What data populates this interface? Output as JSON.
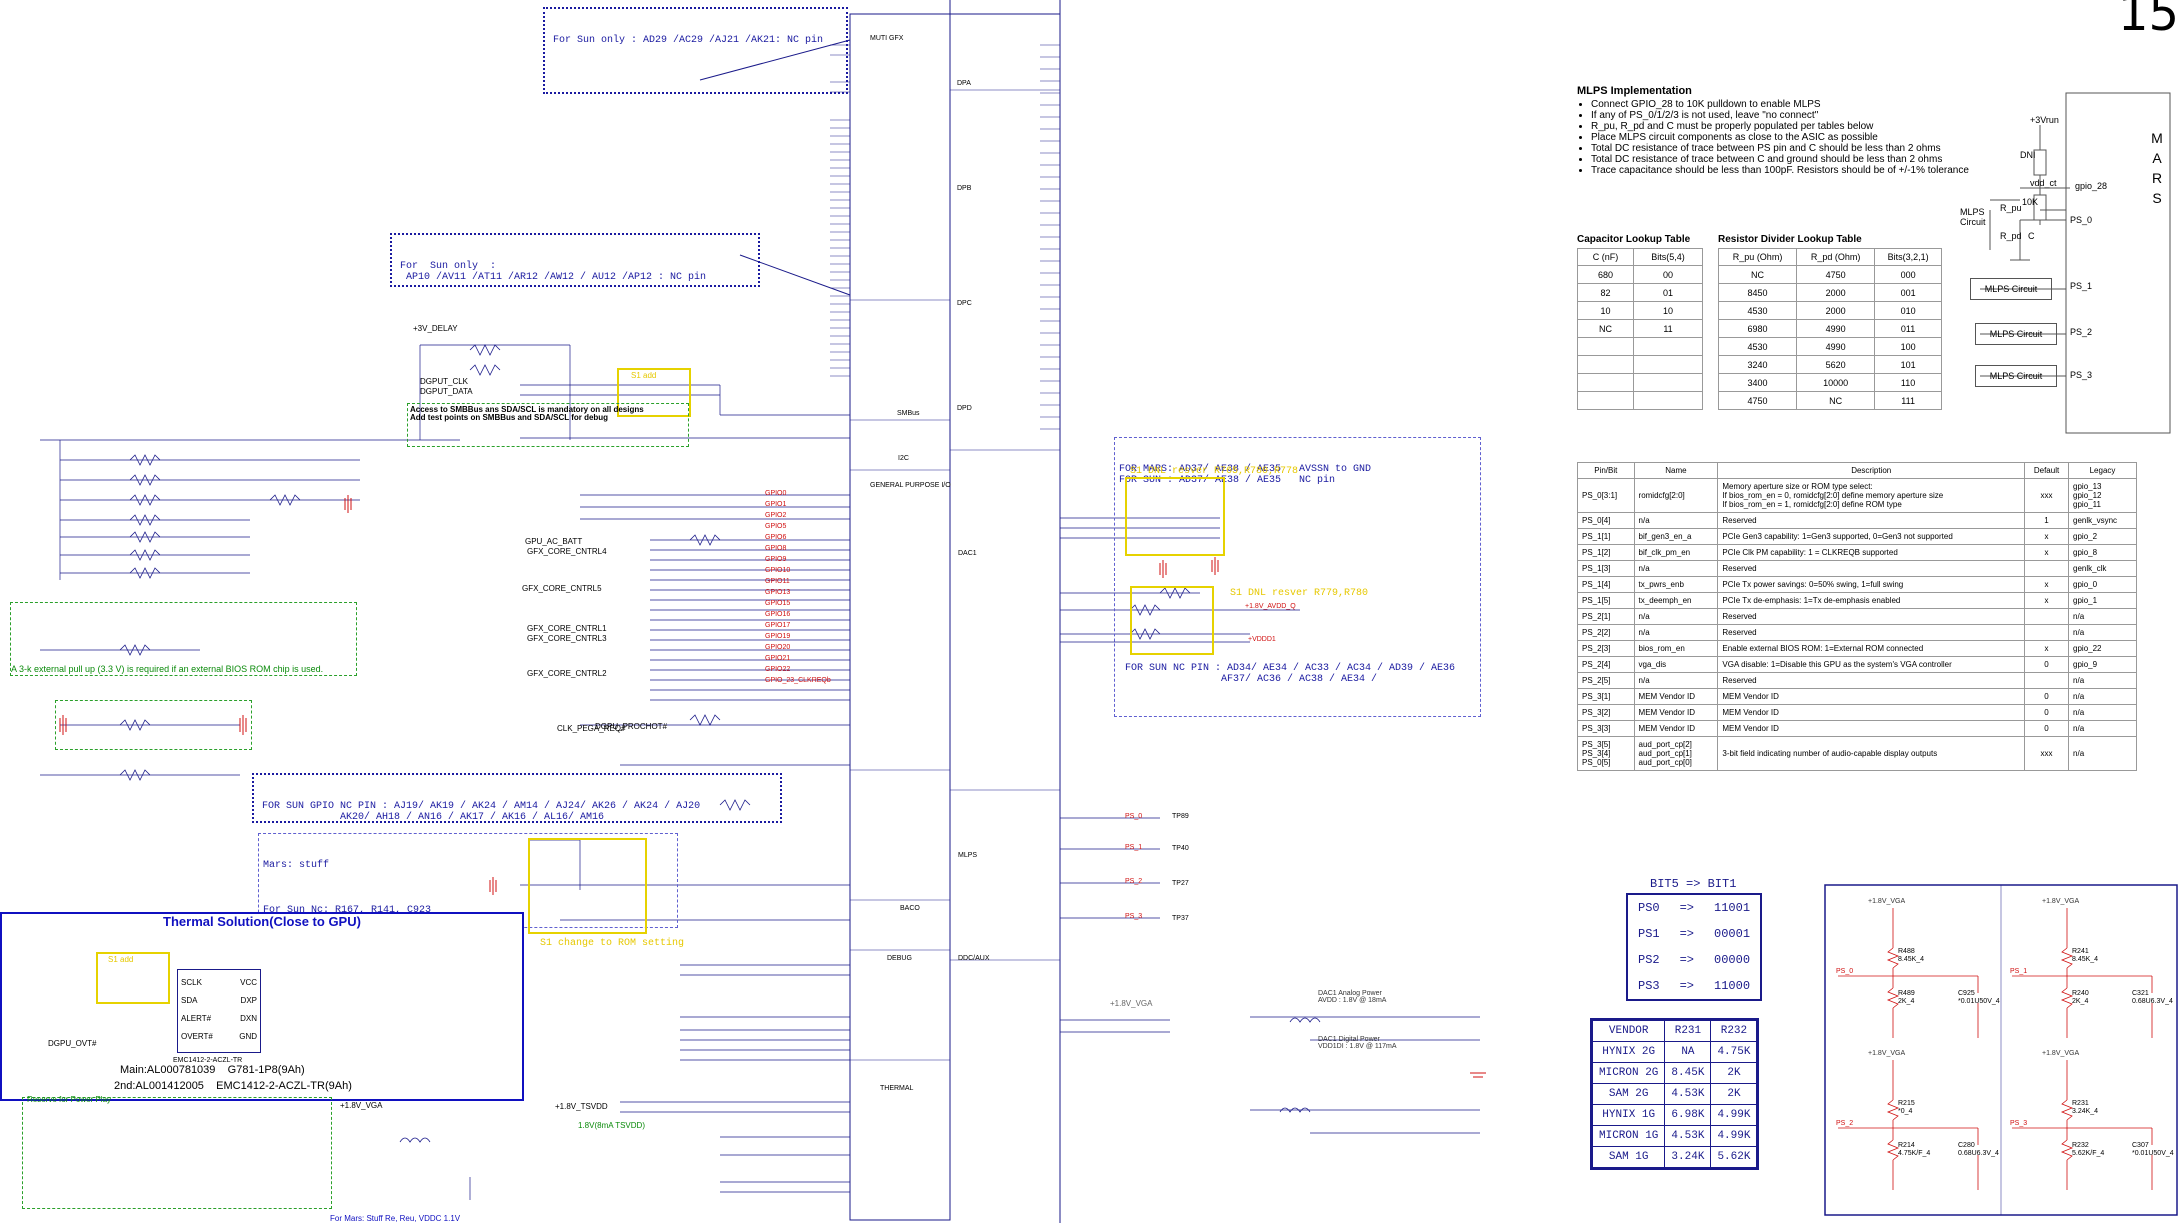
{
  "page_number": "15",
  "notes": {
    "sun_only_top": "For Sun only : AD29 /AC29 /AJ21 /AK21: NC pin",
    "sun_only_mid": "For  Sun only  :\n AP10 /AV11 /AT11 /AR12 /AW12 / AU12 /AP12 : NC pin",
    "smbus_access": "Access to SMBBus ans SDA/SCL is mandatory on all designs\nAdd test points on SMBBus and SDA/SCL for debug",
    "bios_pullup": "A 3-k external pull up (3.3 V) is required if an external BIOS ROM chip is used.",
    "sun_gpio_nc": "FOR SUN GPIO NC PIN : AJ19/ AK19 / AK24 / AM14 / AJ24/ AK26 / AK24 / AJ20\n             AK20/ AH18 / AN16 / AK17 / AK16 / AL16/ AM16",
    "mars_stuff": "Mars: stuff",
    "sun_nc_r": "For Sun Nc: R167, R141, C923",
    "s1_change": "S1 change to ROM setting",
    "s1_dnl": "S1 DNL resver R765,R780,R778",
    "s1_dnl2": "S1 DNL resver R779,R780",
    "mars_nc": "FOR MARS: AD37/ AE38 / AE35   AVSSN to GND\nFOR SUN : AD37/ AE38 / AE35   NC pin",
    "sun_nc_pin": "FOR SUN NC PIN : AD34/ AE34 / AC33 / AC34 / AD39 / AE36\n                AF37/ AC36 / AC38 / AE34 /",
    "s1_add": "S1 add",
    "reserve_power": "Reserve for Power Play",
    "mars_footer": "For Mars: Stuff Re, Reu, VDDC 1.1V"
  },
  "thermal": {
    "title": "Thermal Solution(Close to GPU)",
    "main_pn": "Main:AL000781039",
    "main_part": "G781-1P8(9Ah)",
    "alt_pn": "2nd:AL001412005",
    "alt_part": "EMC1412-2-ACZL-TR(9Ah)",
    "chip": "EMC1412-2-ACZL-TR",
    "pins_left": [
      "SCLK",
      "SDA",
      "ALERT#",
      "OVERT#"
    ],
    "pins_right": [
      "VCC",
      "DXP",
      "DXN",
      "GND"
    ]
  },
  "chip_sections": [
    "MUTI GFX",
    "DPA",
    "DPB",
    "DPC",
    "DPD",
    "SMBus",
    "I2C",
    "GENERAL PURPOSE I/O",
    "DAC1",
    "MLPS",
    "BACO",
    "DEBUG",
    "THERMAL",
    "DDC/AUX"
  ],
  "gpio_labels": [
    "GPIO0",
    "GPIO1",
    "GPIO2",
    "GPIO5",
    "GPIO6",
    "GPIO8",
    "GPIO9",
    "GPIO10",
    "GPIO11",
    "GPIO13",
    "GPIO15",
    "GPIO16",
    "GPIO17",
    "GPIO19",
    "GPIO20",
    "GPIO21",
    "GPIO22",
    "GPIO_23_CLKREQb"
  ],
  "nets_left": [
    "+3V_DELAY",
    "DGPUT_CLK",
    "DGPUT_DATA",
    "GPU_AC_BATT",
    "GFX_CORE_CNTRL4",
    "GFX_CORE_CNTRL5",
    "GFX_CORE_CNTRL1",
    "GFX_CORE_CNTRL3",
    "GFX_CORE_CNTRL2",
    "CLK_PEGA_REQ#",
    "DGPU_PROCHOT#",
    "+1.8V_VGA",
    "+1.8V_TSVDD",
    "DGPU_OVT#"
  ],
  "nets_right": [
    "+1.8V_AVDD_Q",
    "+VDDD1",
    "PS_0",
    "PS_1",
    "PS_2",
    "PS_3"
  ],
  "ps_tp": [
    "TP89",
    "TP40",
    "TP27",
    "TP37"
  ],
  "mlps": {
    "heading": "MLPS Implementation",
    "bullets": [
      "Connect GPIO_28 to 10K pulldown to enable MLPS",
      "If any of PS_0/1/2/3 is not used, leave \"no connect\"",
      "R_pu, R_pd and C must be properly populated per tables below",
      "Place MLPS circuit components as close to the ASIC as possible",
      "Total DC resistance of trace between PS pin and C should be less than 2 ohms",
      "Total DC resistance of trace between C and ground should be less than 2 ohms",
      "Trace capacitance should be less than 100pF. Resistors should be of +/-1% tolerance"
    ],
    "cap_title": "Capacitor Lookup Table",
    "cap_headers": [
      "C (nF)",
      "Bits(5,4)"
    ],
    "cap_rows": [
      [
        "680",
        "00"
      ],
      [
        "82",
        "01"
      ],
      [
        "10",
        "10"
      ],
      [
        "NC",
        "11"
      ],
      [
        "",
        ""
      ],
      [
        "",
        ""
      ],
      [
        "",
        ""
      ],
      [
        "",
        ""
      ]
    ],
    "res_title": "Resistor Divider Lookup Table",
    "res_headers": [
      "R_pu (Ohm)",
      "R_pd (Ohm)",
      "Bits(3,2,1)"
    ],
    "res_rows": [
      [
        "NC",
        "4750",
        "000"
      ],
      [
        "8450",
        "2000",
        "001"
      ],
      [
        "4530",
        "2000",
        "010"
      ],
      [
        "6980",
        "4990",
        "011"
      ],
      [
        "4530",
        "4990",
        "100"
      ],
      [
        "3240",
        "5620",
        "101"
      ],
      [
        "3400",
        "10000",
        "110"
      ],
      [
        "4750",
        "NC",
        "111"
      ]
    ],
    "circuit_labels": [
      "+3Vrun",
      "DNI",
      "10K",
      "gpio_28",
      "MLPS Circuit",
      "R_pu",
      "R_pd",
      "C",
      "vdd_ct",
      "PS_0",
      "PS_1",
      "PS_2",
      "PS_3"
    ],
    "circuit_box": "MLPS Circuit",
    "mars_letters": "MARS"
  },
  "pin_table": {
    "headers": [
      "Pin/Bit",
      "Name",
      "Description",
      "Default",
      "Legacy"
    ],
    "rows": [
      [
        "PS_0[3:1]",
        "romidcfg[2:0]",
        "Memory aperture size or ROM type select:\nIf bios_rom_en = 0, romidcfg[2:0] define memory aperture size\nIf bios_rom_en = 1, romidcfg[2:0] define ROM type",
        "xxx",
        "gpio_13\ngpio_12\ngpio_11"
      ],
      [
        "PS_0[4]",
        "n/a",
        "Reserved",
        "1",
        "genlk_vsync"
      ],
      [
        "PS_1[1]",
        "bif_gen3_en_a",
        "PCIe Gen3 capability: 1=Gen3 supported, 0=Gen3 not supported",
        "x",
        "gpio_2"
      ],
      [
        "PS_1[2]",
        "bif_clk_pm_en",
        "PCIe Clk PM capability: 1 = CLKREQB supported",
        "x",
        "gpio_8"
      ],
      [
        "PS_1[3]",
        "n/a",
        "Reserved",
        "",
        "genlk_clk"
      ],
      [
        "PS_1[4]",
        "tx_pwrs_enb",
        "PCIe Tx power savings: 0=50% swing, 1=full swing",
        "x",
        "gpio_0"
      ],
      [
        "PS_1[5]",
        "tx_deemph_en",
        "PCIe Tx de-emphasis: 1=Tx de-emphasis enabled",
        "x",
        "gpio_1"
      ],
      [
        "PS_2[1]",
        "n/a",
        "Reserved",
        "",
        "n/a"
      ],
      [
        "PS_2[2]",
        "n/a",
        "Reserved",
        "",
        "n/a"
      ],
      [
        "PS_2[3]",
        "bios_rom_en",
        "Enable external BIOS ROM: 1=External ROM connected",
        "x",
        "gpio_22"
      ],
      [
        "PS_2[4]",
        "vga_dis",
        "VGA disable: 1=Disable this GPU as the system's VGA controller",
        "0",
        "gpio_9"
      ],
      [
        "PS_2[5]",
        "n/a",
        "Reserved",
        "",
        "n/a"
      ],
      [
        "PS_3[1]",
        "MEM Vendor ID",
        "MEM Vendor ID",
        "0",
        "n/a"
      ],
      [
        "PS_3[2]",
        "MEM Vendor ID",
        "MEM Vendor ID",
        "0",
        "n/a"
      ],
      [
        "PS_3[3]",
        "MEM Vendor ID",
        "MEM Vendor ID",
        "0",
        "n/a"
      ],
      [
        "PS_3[5]\nPS_3[4]\nPS_0[5]",
        "aud_port_cp[2]\naud_port_cp[1]\naud_port_cp[0]",
        "3-bit field indicating number of audio-capable display outputs",
        "xxx",
        "n/a"
      ]
    ]
  },
  "bits": {
    "title": "BIT5 => BIT1",
    "rows": [
      [
        "PS0",
        "=>",
        "11001"
      ],
      [
        "PS1",
        "=>",
        "00001"
      ],
      [
        "PS2",
        "=>",
        "00000"
      ],
      [
        "PS3",
        "=>",
        "11000"
      ]
    ]
  },
  "vendor": {
    "headers": [
      "VENDOR",
      "R231",
      "R232"
    ],
    "rows": [
      [
        "HYNIX 2G",
        "NA",
        "4.75K"
      ],
      [
        "MICRON 2G",
        "8.45K",
        "2K"
      ],
      [
        "SAM 2G",
        "4.53K",
        "2K"
      ],
      [
        "HYNIX 1G",
        "6.98K",
        "4.99K"
      ],
      [
        "MICRON 1G",
        "4.53K",
        "4.99K"
      ],
      [
        "SAM 1G",
        "3.24K",
        "5.62K"
      ]
    ]
  },
  "mlps_parts": [
    {
      "r_top": "R488",
      "r_top_val": "8.45K_4",
      "r_bot": "R489",
      "r_bot_val": "2K_4",
      "cap": "C925",
      "cap_val": "*0.01U50V_4",
      "ps": "PS_0"
    },
    {
      "r_top": "R241",
      "r_top_val": "8.45K_4",
      "r_bot": "R240",
      "r_bot_val": "2K_4",
      "cap": "C321",
      "cap_val": "0.68U6.3V_4",
      "ps": "PS_1"
    },
    {
      "r_top": "R215",
      "r_top_val": "*0_4",
      "r_bot": "R214",
      "r_bot_val": "4.75K/F_4",
      "cap": "C280",
      "cap_val": "0.68U6.3V_4",
      "ps": "PS_2"
    },
    {
      "r_top": "R231",
      "r_top_val": "3.24K_4",
      "r_bot": "R232",
      "r_bot_val": "5.62K/F_4",
      "cap": "C307",
      "cap_val": "*0.01U50V_4",
      "ps": "PS_3"
    }
  ],
  "rail_vga": "+1.8V_VGA",
  "dac_notes": [
    "DAC1 Analog Power\nAVDD : 1.8V @ 18mA",
    "DAC1 Digital Power\nVDD1DI : 1.8V @ 117mA"
  ],
  "tsvdd": "1.8V(8mA TSVDD)"
}
